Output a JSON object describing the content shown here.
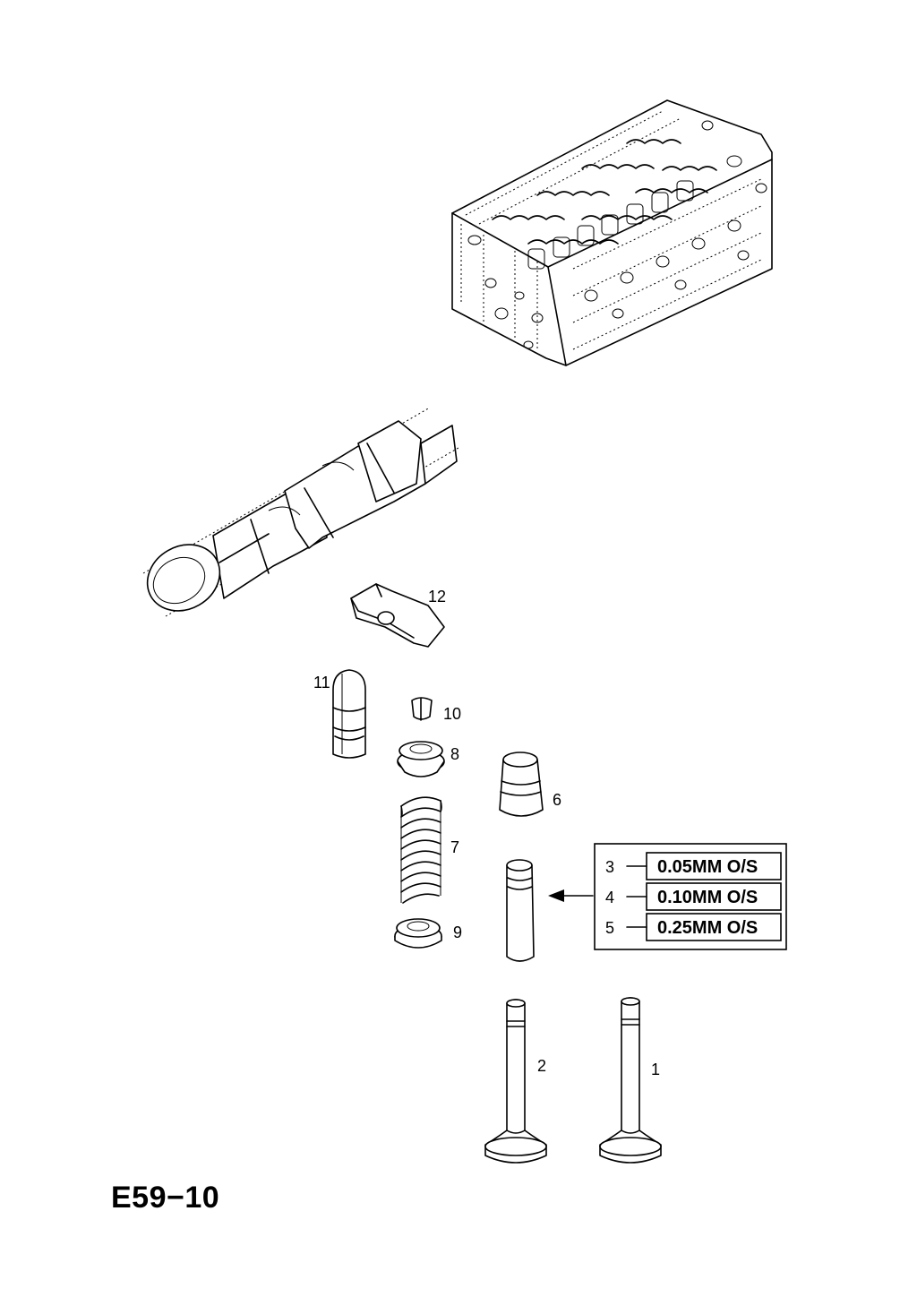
{
  "figure_code": "E59−10",
  "callouts": {
    "c1": "1",
    "c2": "2",
    "c3": "3",
    "c4": "4",
    "c5": "5",
    "c6": "6",
    "c7": "7",
    "c8": "8",
    "c9": "9",
    "c10": "10",
    "c11": "11",
    "c12": "12"
  },
  "oversize_table": {
    "rows": [
      {
        "ref": "3",
        "label": "0.05MM O/S"
      },
      {
        "ref": "4",
        "label": "0.10MM O/S"
      },
      {
        "ref": "5",
        "label": "0.25MM O/S"
      }
    ]
  }
}
